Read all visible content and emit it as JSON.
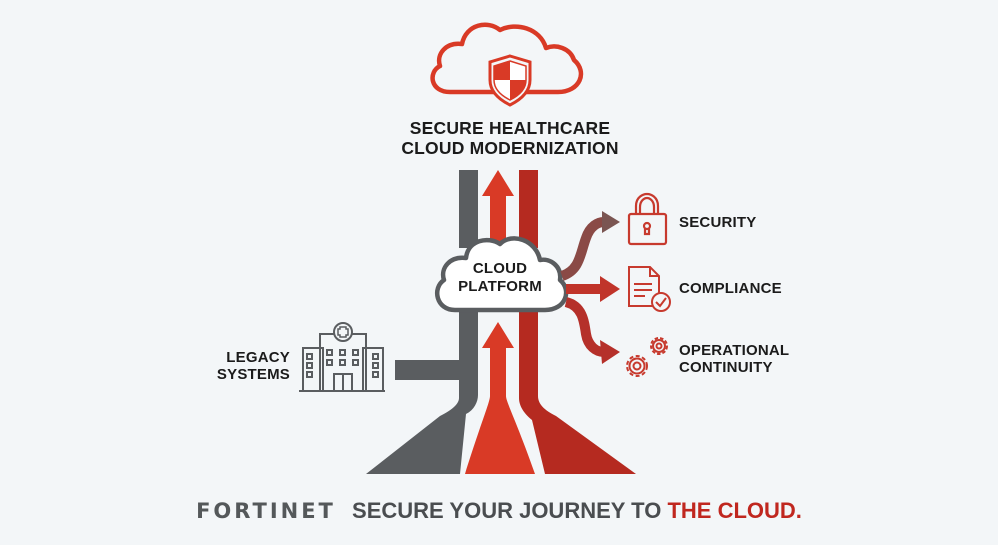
{
  "header": {
    "icon": "shield-cloud-icon",
    "title_line1": "SECURE HEALTHCARE",
    "title_line2": "CLOUD MODERNIZATION"
  },
  "center": {
    "icon": "cloud-icon",
    "line1": "CLOUD",
    "line2": "PLATFORM"
  },
  "source": {
    "icon": "hospital-icon",
    "line1": "LEGACY",
    "line2": "SYSTEMS"
  },
  "outcomes": [
    {
      "icon": "lock-icon",
      "line1": "SECURITY",
      "line2": ""
    },
    {
      "icon": "document-check-icon",
      "line1": "COMPLIANCE",
      "line2": ""
    },
    {
      "icon": "gears-icon",
      "line1": "OPERATIONAL",
      "line2": "CONTINUITY"
    }
  ],
  "footer": {
    "brand": "FORTINET",
    "tagline": "SECURE YOUR JOURNEY TO",
    "tagline_accent": "THE CLOUD."
  },
  "colors": {
    "background": "#f3f6f8",
    "red": "#d93a26",
    "dark_red": "#b52a20",
    "grey": "#5a5d60",
    "text": "#1b1b1b"
  }
}
